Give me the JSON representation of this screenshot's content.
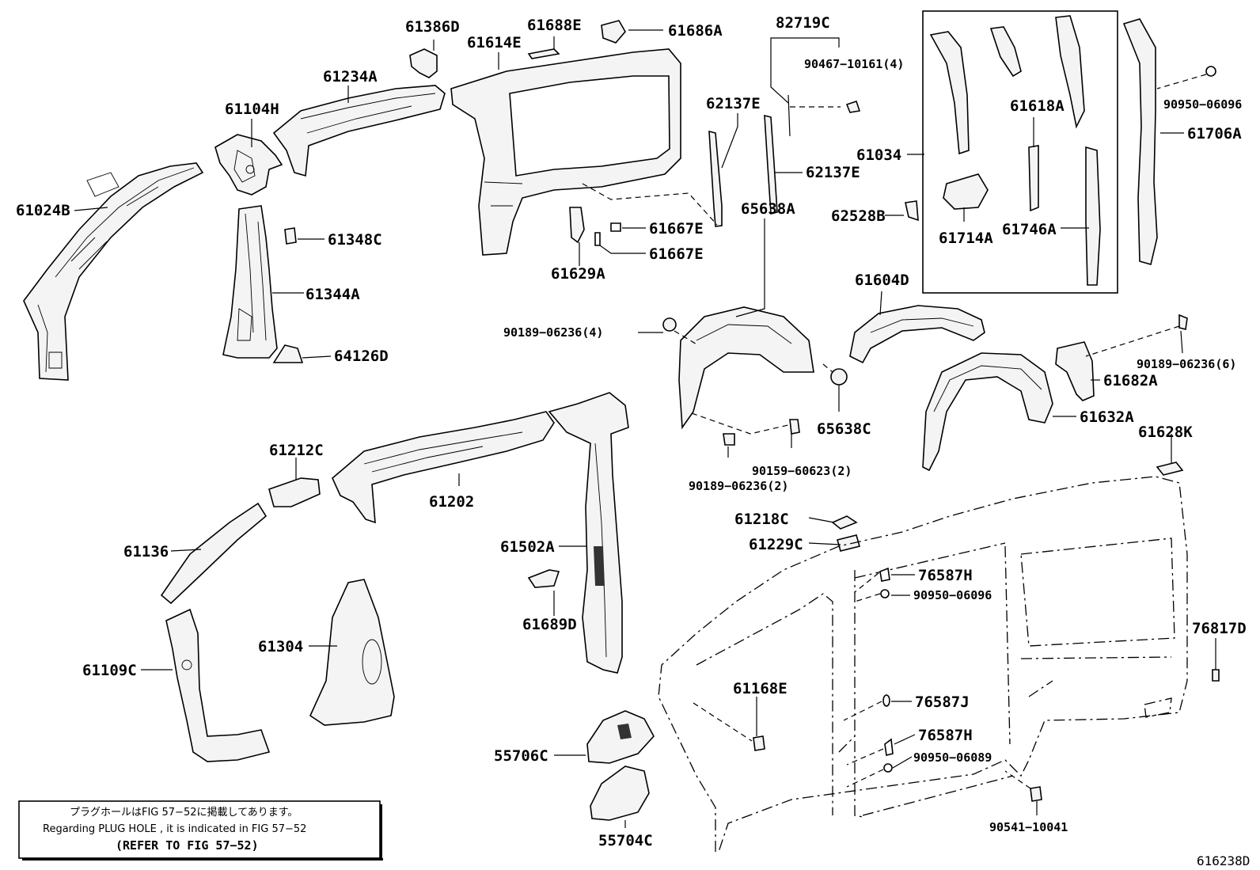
{
  "figure_id": "616238D",
  "note": {
    "line1": "プラグホールはFIG 57−52に掲載してあります。",
    "line2": "Regarding  PLUG  HOLE , it is indicated in FIG  57−52",
    "line3": "(REFER  TO  FIG  57−52)"
  },
  "labels": {
    "p61386D": "61386D",
    "p61688E": "61688E",
    "p61686A": "61686A",
    "p61614E": "61614E",
    "p61234A": "61234A",
    "p61104H": "61104H",
    "p61024B": "61024B",
    "p61348C": "61348C",
    "p61344A": "61344A",
    "p64126D": "64126D",
    "p82719C": "82719C",
    "p90467": "90467−10161(4)",
    "p62137E_a": "62137E",
    "p62137E_b": "62137E",
    "p61667E_a": "61667E",
    "p61667E_b": "61667E",
    "p61629A": "61629A",
    "p61034": "61034",
    "p61618A": "61618A",
    "p61714A": "61714A",
    "p61746A": "61746A",
    "p62528B": "62528B",
    "p90950_06096_a": "90950−06096",
    "p61706A": "61706A",
    "p65638A": "65638A",
    "p61604D": "61604D",
    "p90189_4": "90189−06236(4)",
    "p65638C": "65638C",
    "p90159": "90159−60623(2)",
    "p90189_2": "90189−06236(2)",
    "p90189_6": "90189−06236(6)",
    "p61682A": "61682A",
    "p61632A": "61632A",
    "p61628K": "61628K",
    "p61212C": "61212C",
    "p61202": "61202",
    "p61136": "61136",
    "p61502A": "61502A",
    "p61689D": "61689D",
    "p61109C": "61109C",
    "p61304": "61304",
    "p61218C": "61218C",
    "p61229C": "61229C",
    "p76587H_a": "76587H",
    "p90950_06096_b": "90950−06096",
    "p76817D": "76817D",
    "p61168E": "61168E",
    "p76587J": "76587J",
    "p76587H_b": "76587H",
    "p90950_06089": "90950−06089",
    "p55706C": "55706C",
    "p55704C": "55704C",
    "p90541": "90541−10041"
  }
}
